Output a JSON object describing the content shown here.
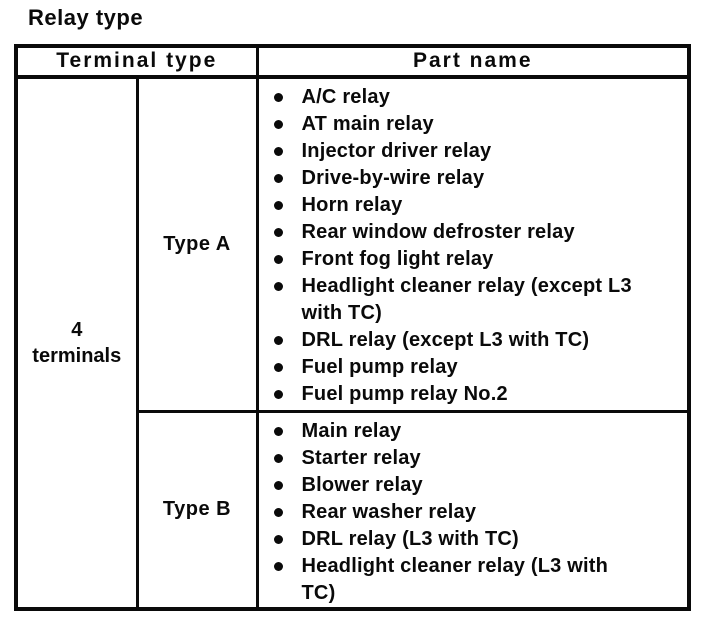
{
  "page": {
    "title": "Relay type"
  },
  "colors": {
    "text": "#0a0a0a",
    "border": "#0a0a0a",
    "background": "#ffffff"
  },
  "icons": {
    "bullet": "filled-circle"
  },
  "table": {
    "headers": {
      "terminal_type": "Terminal type",
      "part_name": "Part name"
    },
    "terminal_group_label": "4\nterminals",
    "groups": [
      {
        "type_label": "Type A",
        "parts": [
          "A/C relay",
          "AT main relay",
          "Injector driver relay",
          "Drive-by-wire relay",
          "Horn relay",
          "Rear window defroster relay",
          "Front fog light relay",
          "Headlight cleaner relay (except L3\nwith TC)",
          "DRL relay (except L3 with TC)",
          "Fuel pump relay",
          "Fuel pump relay No.2"
        ]
      },
      {
        "type_label": "Type B",
        "parts": [
          "Main relay",
          "Starter relay",
          "Blower relay",
          "Rear washer relay",
          "DRL relay (L3 with TC)",
          "Headlight cleaner relay (L3 with\nTC)"
        ]
      }
    ]
  }
}
